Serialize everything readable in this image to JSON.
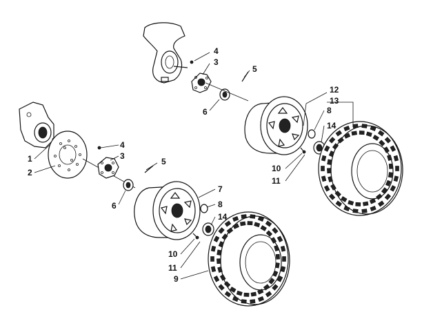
{
  "callouts": {
    "c1": "1",
    "c2": "2",
    "c3a": "3",
    "c4a": "4",
    "c5a": "5",
    "c6a": "6",
    "c7": "7",
    "c8a": "8",
    "c9": "9",
    "c10a": "10",
    "c11a": "11",
    "c14a": "14",
    "c3b": "3",
    "c4b": "4",
    "c5b": "5",
    "c6b": "6",
    "c8b": "8",
    "c10b": "10",
    "c11b": "11",
    "c12": "12",
    "c13": "13",
    "c14b": "14"
  },
  "colors": {
    "line": "#111111",
    "background": "#ffffff"
  }
}
